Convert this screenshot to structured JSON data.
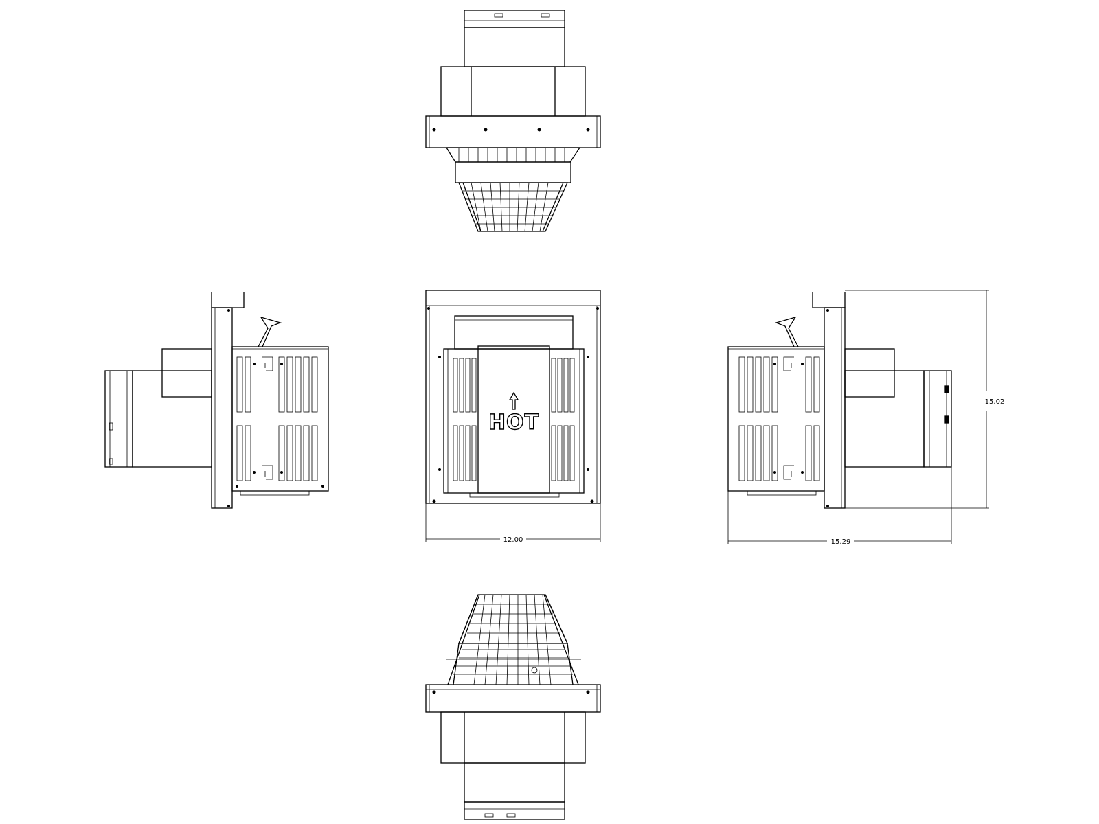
{
  "drawing": {
    "label_hot": "HOT",
    "dimensions": {
      "front_width": "12.00",
      "side_depth": "15.29",
      "height": "15.02"
    },
    "views": [
      "top-view",
      "left-side-view",
      "front-view",
      "right-side-view",
      "bottom-view"
    ]
  }
}
